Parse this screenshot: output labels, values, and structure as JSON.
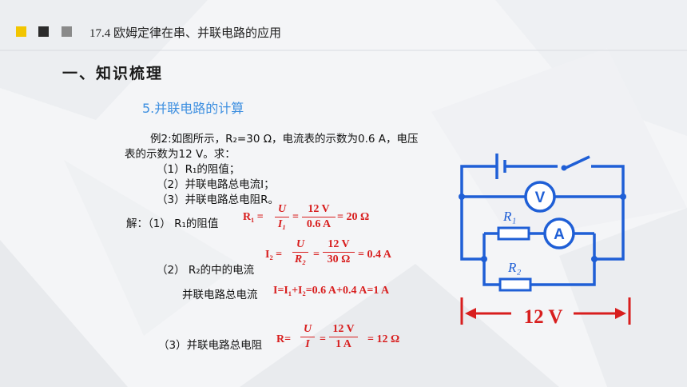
{
  "header": {
    "title": "17.4 欧姆定律在串、并联电路的应用",
    "square_colors": [
      "#f2c500",
      "#2b2b2b",
      "#8a8a8a"
    ]
  },
  "section_title": "一、知识梳理",
  "subsection_title": "5.并联电路的计算",
  "problem": {
    "line1": "例2:如图所示，R₂=30 Ω，电流表的示数为0.6 A，电压",
    "line2": "表的示数为12 V。求：",
    "q1": "（1）R₁的阻值；",
    "q2": "（2）并联电路总电流I；",
    "q3": "（3）并联电路总电阻R。"
  },
  "solution": {
    "label": "解：（1） R₁的阻值",
    "s1": {
      "lhs": "R₁ =",
      "f1_num": "U",
      "f1_den": "I₁",
      "eq": "=",
      "f2_num": "12 V",
      "f2_den": "0.6 A",
      "result": "= 20 Ω"
    },
    "s2_label": "（2） R₂的中的电流",
    "s2": {
      "lhs": "I₂ =",
      "f1_num": "U",
      "f1_den": "R₂",
      "eq": "=",
      "f2_num": "12 V",
      "f2_den": "30 Ω",
      "result": "= 0.4 A"
    },
    "total_current_label": "并联电路总电流",
    "total_current_expr": "I=I₁+I₂=0.6 A+0.4 A=1 A",
    "s3_label": "（3）并联电路总电阻",
    "s3": {
      "lhs": "R=",
      "f1_num": "U",
      "f1_den": "I",
      "eq": "=",
      "f2_num": "12 V",
      "f2_den": "1 A",
      "result": "= 12 Ω"
    }
  },
  "circuit": {
    "voltmeter": "V",
    "ammeter": "A",
    "r1": "R₁",
    "r2": "R₂",
    "voltage": "12 V",
    "wire_color": "#1f5fd6",
    "arrow_color": "#d81e1e"
  }
}
